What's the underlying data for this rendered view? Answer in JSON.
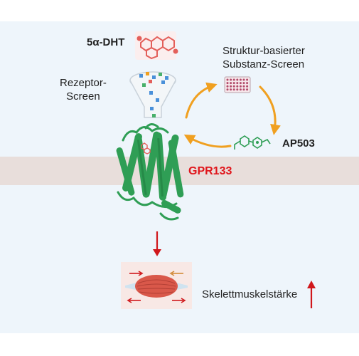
{
  "labels": {
    "ligand": "5α-DHT",
    "receptor_screen_line1": "Rezeptor-",
    "receptor_screen_line2": "Screen",
    "structure_screen_line1": "Struktur-basierter",
    "structure_screen_line2": "Substanz-Screen",
    "compound": "AP503",
    "receptor": "GPR133",
    "outcome": "Skelettmuskelstärke"
  },
  "colors": {
    "panel_background": "#eef5fb",
    "membrane": "#e8dedb",
    "receptor_green": "#2f9e55",
    "cycle_arrow": "#f0a020",
    "receptor_label": "#e0151b",
    "down_arrow": "#d0171b",
    "muscle": "#d9584a"
  },
  "icons": {
    "ligand": "steroid-molecule-icon",
    "funnel": "screening-funnel-icon",
    "plate": "well-plate-icon",
    "compound": "compound-molecule-icon",
    "receptor": "gpcr-structure-icon",
    "muscle": "muscle-icon"
  }
}
